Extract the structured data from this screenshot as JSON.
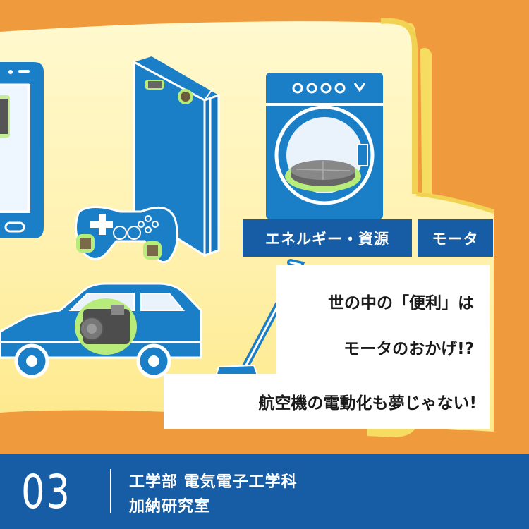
{
  "tags": {
    "energy": "エネルギー・資源",
    "motor": "モータ"
  },
  "captions": {
    "line1": "世の中の「便利」は",
    "line2": "モータのおかげ!?",
    "line3": "航空機の電動化も夢じゃない!"
  },
  "footer": {
    "number": "03",
    "department": "工学部 電気電子工学科",
    "lab": "加納研究室"
  },
  "icons": [
    "smartphone-icon",
    "game-console-icon",
    "game-controller-icon",
    "washing-machine-icon",
    "car-icon",
    "vacuum-cleaner-icon",
    "motor-icon"
  ],
  "colors": {
    "background": "#ef9a3c",
    "panel": "#fff4b8",
    "device_blue": "#1b7fc7",
    "label_blue": "#165da6",
    "motor_glow": "#b8ec7a"
  }
}
